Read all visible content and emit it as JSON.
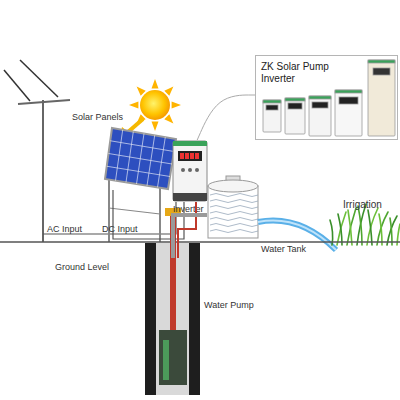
{
  "diagram": {
    "nodes": [
      {
        "text": [
          "ZK Solar Pump Inverter"
        ]
      },
      {
        "text": [
          "Solar Panels"
        ]
      },
      {
        "text": [
          "Inverter"
        ]
      },
      {
        "text": [
          "Water Tank"
        ]
      },
      {
        "text": [
          "Water Pump"
        ]
      }
    ],
    "edges": [
      {
        "from": 1,
        "to": 2,
        "arrow": "none",
        "label": "DC Input"
      },
      {
        "from": 2,
        "to": 0,
        "arrow": "none"
      },
      {
        "from": 2,
        "to": 4,
        "arrow": "none"
      },
      {
        "from": 4,
        "to": 3,
        "arrow": "none"
      }
    ],
    "labels": [
      "Irrigation",
      "AC Input",
      "Ground Level"
    ]
  }
}
